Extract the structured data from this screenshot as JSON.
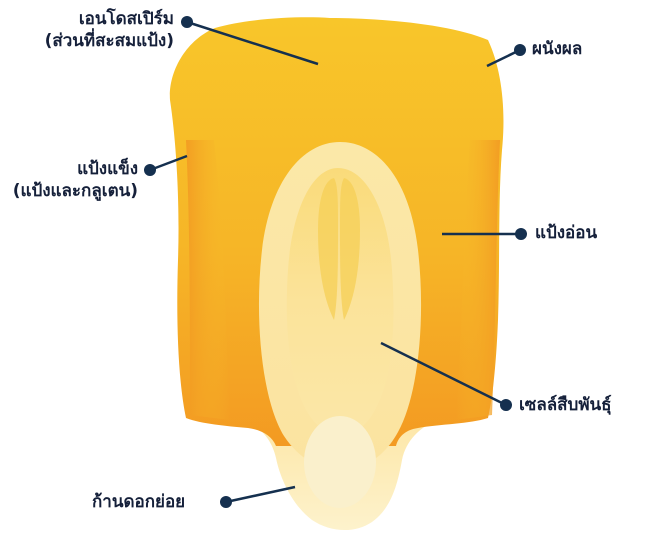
{
  "labels": {
    "endosperm": {
      "line1": "เอนโดสเปิร์ม",
      "line2": "(ส่วนที่สะสมแป้ง)"
    },
    "pericarp": "ผนังผล",
    "hard_starch": {
      "line1": "แป้งแข็ง",
      "line2": "(แป้งและกลูเตน)"
    },
    "soft_starch": "แป้งอ่อน",
    "germ": "เซลล์สืบพันธุ์",
    "tip_cap": "ก้านดอกย่อย"
  },
  "colors": {
    "kernel_gold": "#f7c62c",
    "kernel_orange": "#f4a12a",
    "germ_cream": "#fbeab0",
    "germ_light": "#f9f1c9",
    "tip_cap": "#fdf0c4",
    "leader": "#15304f"
  }
}
